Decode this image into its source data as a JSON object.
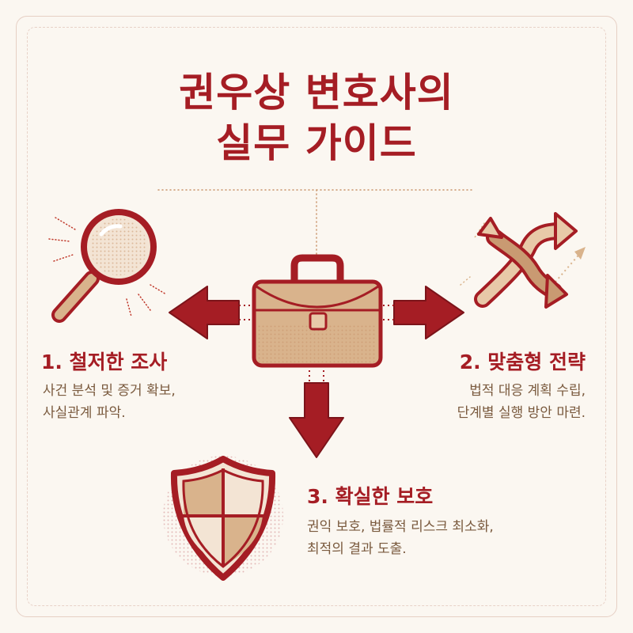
{
  "title": {
    "line1": "권우상 변호사의",
    "line2": "실무 가이드"
  },
  "steps": [
    {
      "heading": "1. 철저한 조사",
      "desc_line1": "사건 분석 및 증거 확보,",
      "desc_line2": "사실관계 파악.",
      "icon": "magnifying-glass-icon"
    },
    {
      "heading": "2. 맞춤형 전략",
      "desc_line1": "법적 대응 계획 수립,",
      "desc_line2": "단계별 실행 방안 마련.",
      "icon": "crossing-arrows-icon"
    },
    {
      "heading": "3. 확실한 보호",
      "desc_line1": "권익 보호, 법률적 리스크 최소화,",
      "desc_line2": "최적의 결과 도출.",
      "icon": "shield-icon"
    }
  ],
  "center_icon": "briefcase-icon",
  "colors": {
    "accent_red": "#a51d24",
    "tan": "#d9b38c",
    "text_brown": "#7a5a3e",
    "background": "#fbf7f1"
  }
}
